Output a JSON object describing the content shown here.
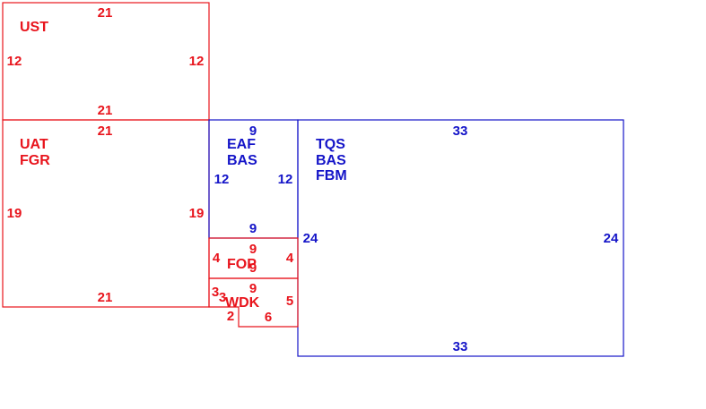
{
  "colors": {
    "red": "#e8141c",
    "blue": "#1414c8"
  },
  "rooms": [
    {
      "id": "ust",
      "names": [
        "UST"
      ],
      "color": "red",
      "dims": {
        "top": "21",
        "bottom": "21",
        "left": "12",
        "right": "12"
      }
    },
    {
      "id": "uat",
      "names": [
        "UAT",
        "FGR"
      ],
      "color": "red",
      "dims": {
        "top": "21",
        "bottom": "21",
        "left": "19",
        "right": "19"
      }
    },
    {
      "id": "eaf",
      "names": [
        "EAF",
        "BAS"
      ],
      "color": "blue",
      "dims": {
        "top": "9",
        "bottom": "9",
        "left": "12",
        "right": "12"
      }
    },
    {
      "id": "tqs",
      "names": [
        "TQS",
        "BAS",
        "FBM"
      ],
      "color": "blue",
      "dims": {
        "top": "33",
        "bottom": "33",
        "left": "24",
        "right": "24"
      }
    },
    {
      "id": "fop",
      "names": [
        "FOP"
      ],
      "color": "red",
      "dims": {
        "top": "9",
        "bottom": "9",
        "left": "4",
        "right": "4"
      }
    },
    {
      "id": "wdk",
      "names": [
        "WDK"
      ],
      "color": "red",
      "dims": {
        "top": "9",
        "left_upper": "3",
        "left_inner": "3",
        "right": "5",
        "step": "2",
        "bottom": "6"
      }
    }
  ]
}
